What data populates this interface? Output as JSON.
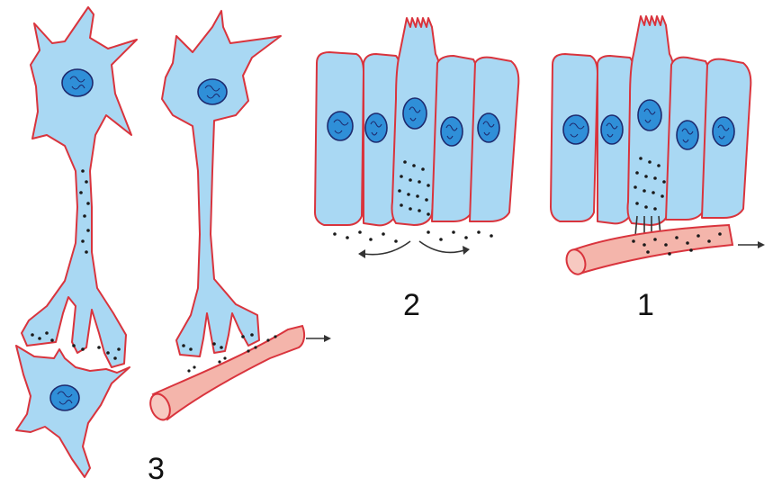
{
  "labels": {
    "panel_1": "1",
    "panel_2": "2",
    "panel_3": "3"
  },
  "colors": {
    "cell_fill": "#a9d8f3",
    "cell_outline": "#d9343d",
    "nucleus": "#2f8fd8",
    "vessel": "#f4b5ab",
    "granules": "#1a1a1a"
  }
}
